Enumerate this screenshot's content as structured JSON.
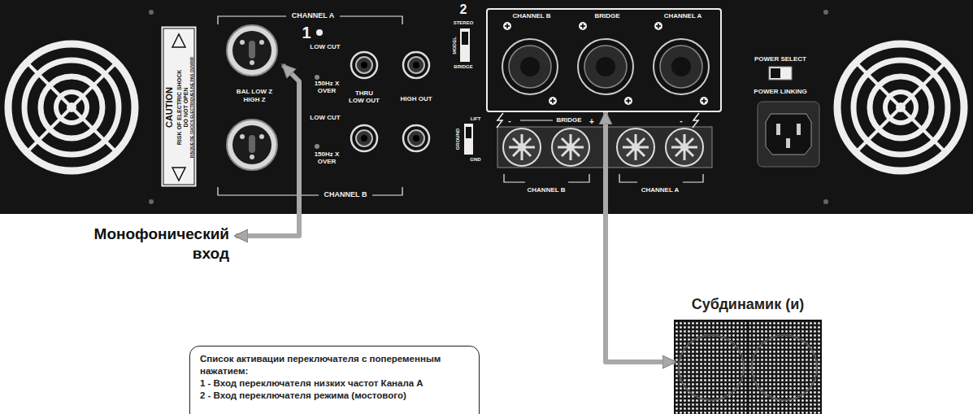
{
  "diagram": {
    "nodes": [
      {
        "text": [
          "CHANNEL B",
          "BRIDGE",
          "CHANNEL A"
        ]
      },
      {
        "text": [
          "Список активации переключателя с попеременным нажатием:",
          "1 - Вход переключателя низких частот Канала А",
          "2 - Вход переключателя режима (мостового)"
        ]
      },
      {
        "text": [
          "Субдинамик (и)"
        ]
      }
    ],
    "edges": [
      {
        "from": 0,
        "to": 2,
        "arrow": "both"
      }
    ],
    "labels": [
      "CAUTION",
      "RISK OF ELECTRIC SHOCK",
      "DO NOT OPEN",
      "RISQUE DE CHOCS ELECTRIQUES NE PAS OUVRIR",
      "CHANNEL A",
      "1",
      "LOW CUT",
      "BAL LOW Z",
      "HIGH Z",
      "150Hz X OVER",
      "THRU LOW OUT",
      "HIGH OUT",
      "LOW CUT",
      "150Hz X OVER",
      "CHANNEL B",
      "2",
      "STEREO",
      "MODEL",
      "BRIDGE",
      "LIFT",
      "GROUND",
      "GND",
      "-",
      "BRIDGE",
      "+",
      "-",
      "CHANNEL B",
      "CHANNEL A",
      "POWER SELECT",
      "POWER LINKING",
      "Монофонический вход"
    ]
  }
}
